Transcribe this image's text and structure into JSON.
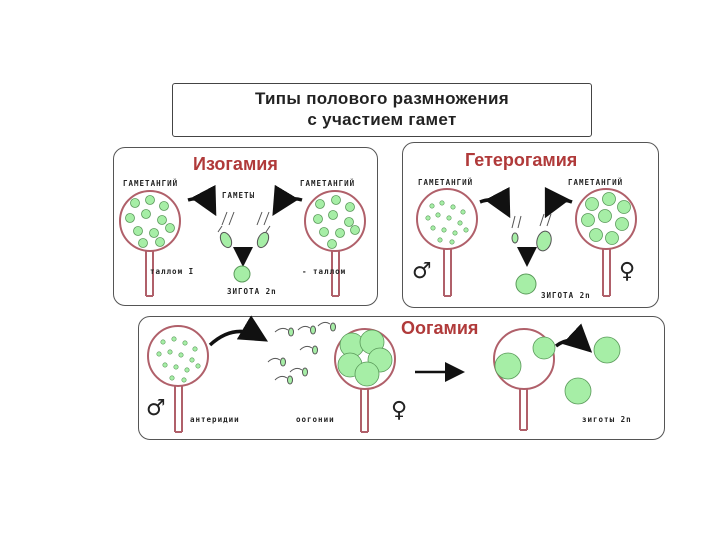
{
  "title": {
    "line1": "Типы полового размножения",
    "line2": "с участием гамет"
  },
  "isogamy": {
    "title": "Изогамия",
    "label_gametangium_left": "ГАМЕТАНГИЙ",
    "label_gametes": "ГАМЕТЫ",
    "label_gametangium_right": "ГАМЕТАНГИЙ",
    "label_thallus_left": "таллом I",
    "label_thallus_right": "- таллом",
    "label_zygote": "ЗИГОТА 2n"
  },
  "heterogamy": {
    "title": "Гетерогамия",
    "label_gametangium_left": "ГАМЕТАНГИЙ",
    "label_gametangium_right": "ГАМЕТАНГИЙ",
    "label_zygote": "ЗИГОТА 2n",
    "male_symbol": "♂",
    "female_symbol": "♀"
  },
  "oogamy": {
    "title": "Оогамия",
    "label_antheridium": "антеридии",
    "label_oogonium": "оогонии",
    "label_zygote": "зиготы 2n",
    "male_symbol": "♂",
    "female_symbol": "♀"
  },
  "colors": {
    "green": "#a6eea6",
    "title_red": "#b03a3a",
    "stroke": "#b0606a"
  }
}
